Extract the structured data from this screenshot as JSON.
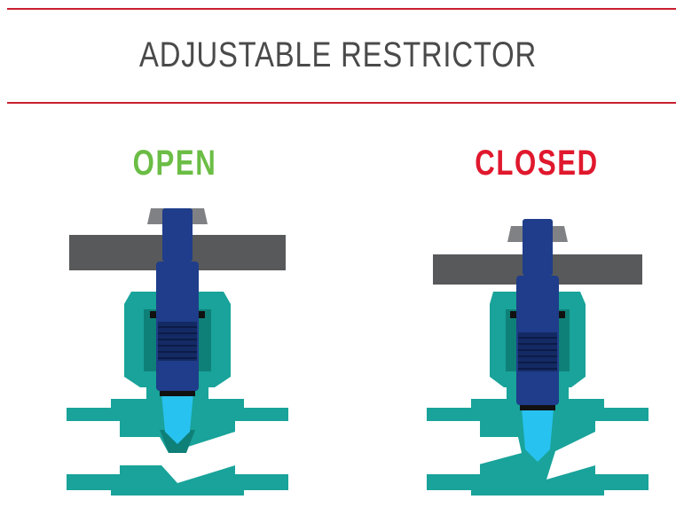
{
  "header": {
    "title": "ADJUSTABLE RESTRICTOR"
  },
  "states": [
    {
      "label": "OPEN",
      "color": "#6bbd45"
    },
    {
      "label": "CLOSED",
      "color": "#e0182d"
    }
  ],
  "palette": {
    "rule": "#c8202f",
    "body_teal": "#19a39a",
    "body_teal_dark": "#0f8078",
    "handle_gray": "#58595b",
    "stem_navy": "#1f3d8a",
    "needle_blue": "#28c2f0",
    "seal_black": "#111111"
  },
  "icons": {
    "open_valve": "valve-open-icon",
    "closed_valve": "valve-closed-icon"
  }
}
